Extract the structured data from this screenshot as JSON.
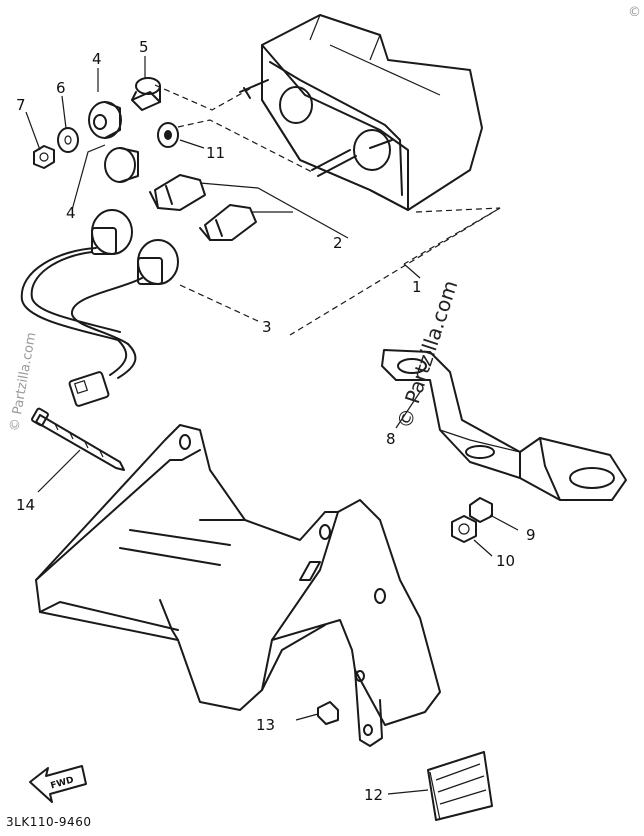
{
  "callouts": [
    {
      "id": "c1",
      "text": "1"
    },
    {
      "id": "c2",
      "text": "2"
    },
    {
      "id": "c3",
      "text": "3"
    },
    {
      "id": "c4a",
      "text": "4"
    },
    {
      "id": "c4b",
      "text": "4"
    },
    {
      "id": "c5",
      "text": "5"
    },
    {
      "id": "c6",
      "text": "6"
    },
    {
      "id": "c7",
      "text": "7"
    },
    {
      "id": "c8",
      "text": "8"
    },
    {
      "id": "c9",
      "text": "9"
    },
    {
      "id": "c10",
      "text": "10"
    },
    {
      "id": "c11",
      "text": "11"
    },
    {
      "id": "c12",
      "text": "12"
    },
    {
      "id": "c13",
      "text": "13"
    },
    {
      "id": "c14",
      "text": "14"
    }
  ],
  "diagram_code": "3LK110-9460",
  "fwd_label": "FWD",
  "watermark": {
    "main": "© Partzilla.com",
    "side": "© Partzilla.com",
    "corner": "©"
  },
  "colors": {
    "ink": "#1a1a1a",
    "background": "#ffffff",
    "watermark": "#9a9a9a"
  }
}
